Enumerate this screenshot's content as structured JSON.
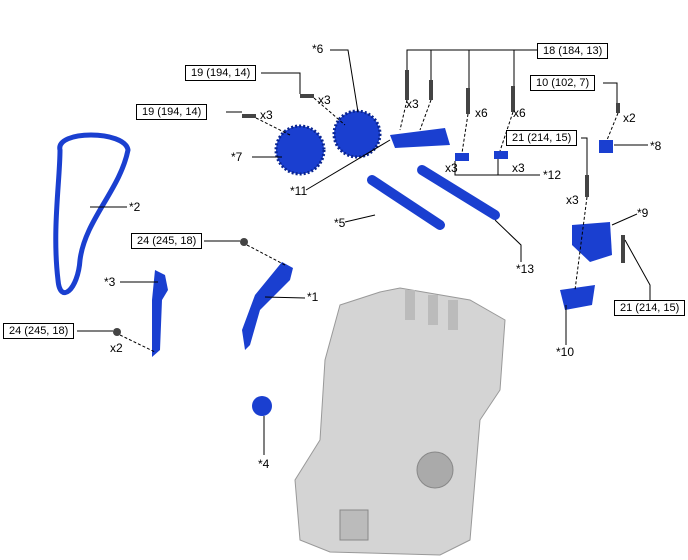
{
  "torque_specs": [
    {
      "id": "t18",
      "text": "18 (184, 13)"
    },
    {
      "id": "t19a",
      "text": "19 (194, 14)"
    },
    {
      "id": "t19b",
      "text": "19 (194, 14)"
    },
    {
      "id": "t10",
      "text": "10 (102, 7)"
    },
    {
      "id": "t21a",
      "text": "21 (214, 15)"
    },
    {
      "id": "t24a",
      "text": "24 (245, 18)"
    },
    {
      "id": "t24b",
      "text": "24 (245, 18)"
    },
    {
      "id": "t21b",
      "text": "21 (214, 15)"
    }
  ],
  "callouts": [
    "*1",
    "*2",
    "*3",
    "*4",
    "*5",
    "*6",
    "*7",
    "*8",
    "*9",
    "*10",
    "*11",
    "*12",
    "*13"
  ],
  "quantities": [
    "x3",
    "x3",
    "x3",
    "x6",
    "x6",
    "x3",
    "x3",
    "x2",
    "x3",
    "x2"
  ],
  "colors": {
    "part": "#1a3fd0",
    "block": "#c8c8c8",
    "line": "#000000"
  }
}
